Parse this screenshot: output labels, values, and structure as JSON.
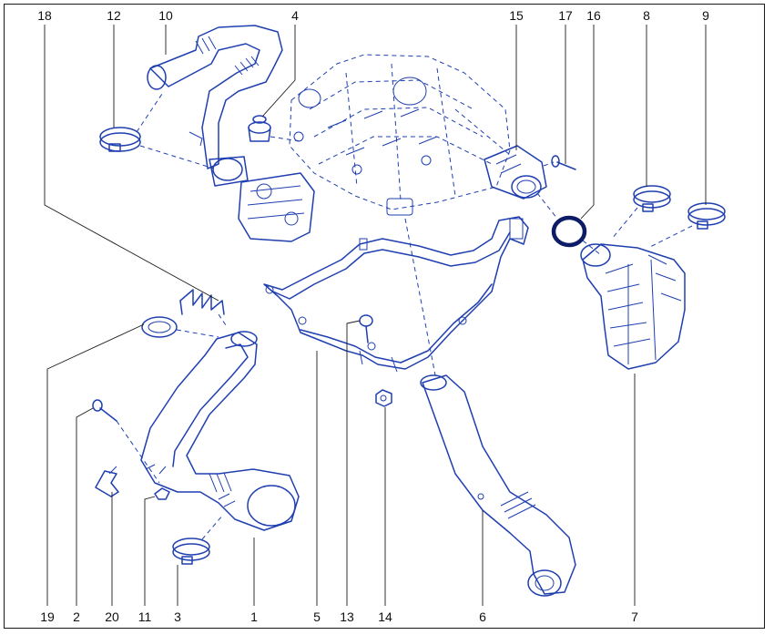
{
  "diagram": {
    "accent_color": "#1f3fb0",
    "labels_top": [
      "18",
      "12",
      "10",
      "4",
      "15",
      "17",
      "16",
      "8",
      "9"
    ],
    "labels_bottom": [
      "19",
      "2",
      "20",
      "11",
      "3",
      "1",
      "5",
      "13",
      "14",
      "6",
      "7"
    ]
  }
}
